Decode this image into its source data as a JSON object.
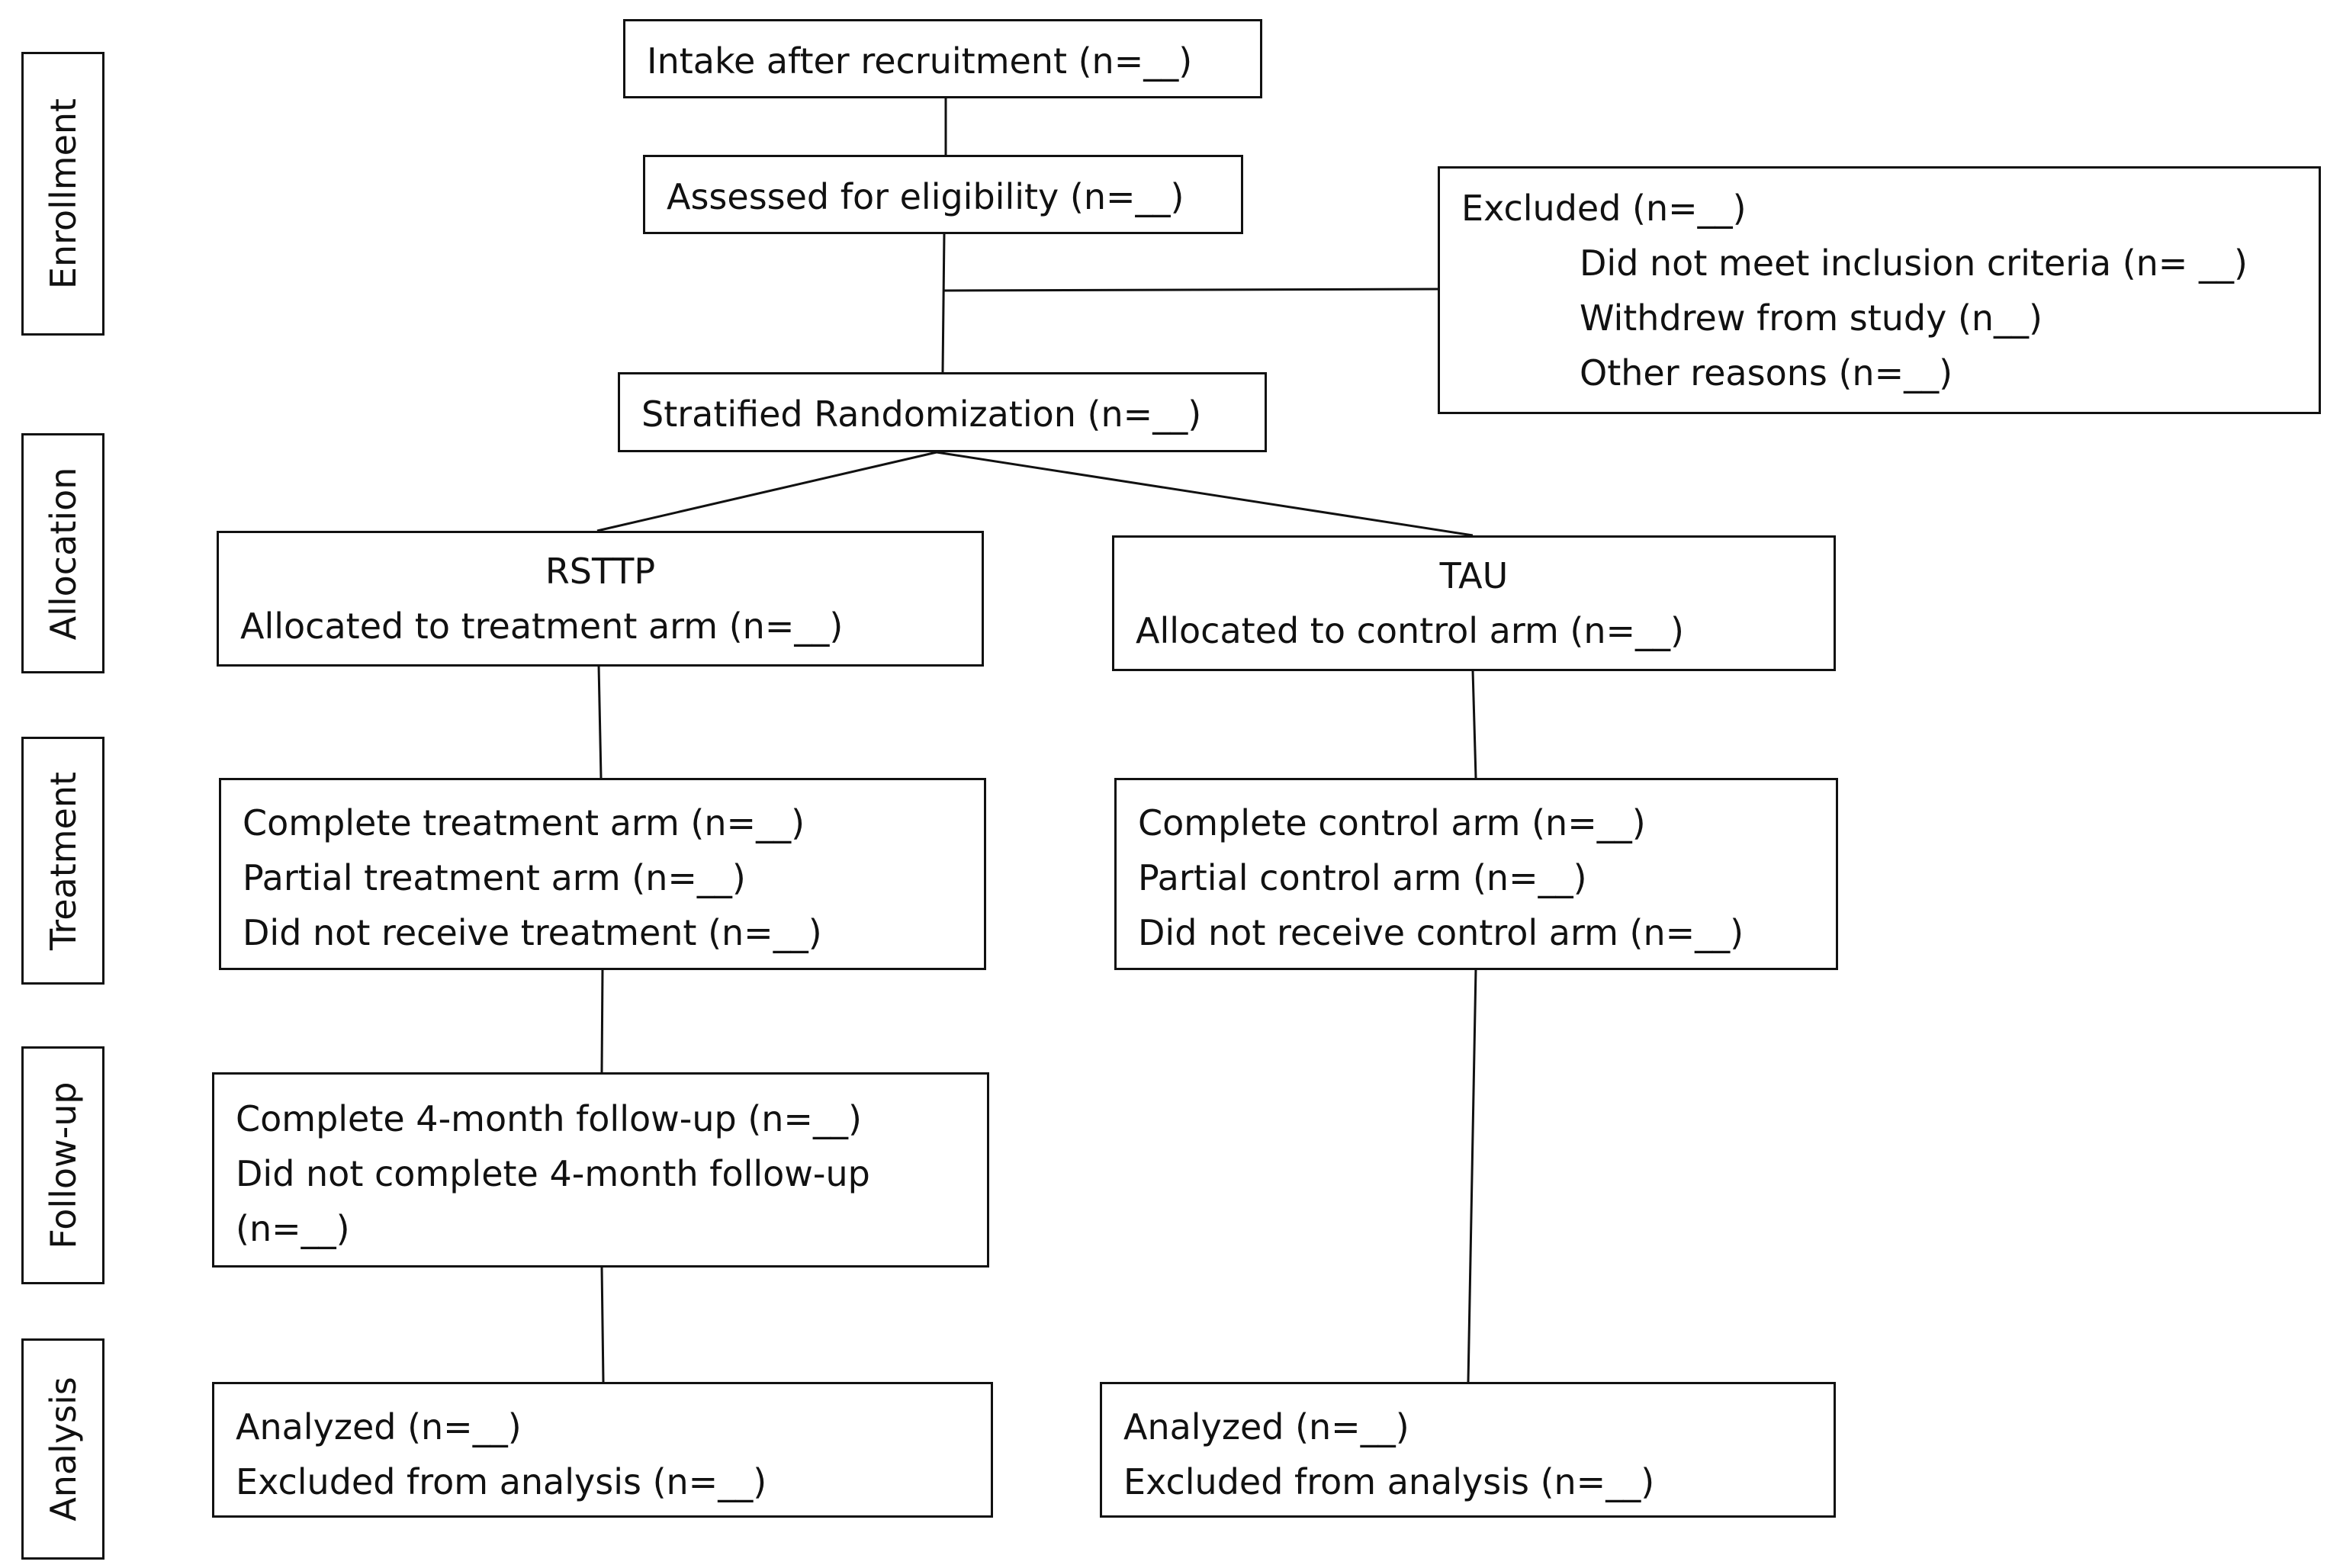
{
  "stages": {
    "enrollment": "Enrollment",
    "allocation": "Allocation",
    "treatment": "Treatment",
    "followup": "Follow-up",
    "analysis": "Analysis"
  },
  "intake": {
    "text": "Intake after recruitment (n=__)"
  },
  "eligibility": {
    "text": "Assessed for eligibility (n=__)"
  },
  "excluded": {
    "title": "Excluded  (n=__)",
    "items": [
      "Did not meet inclusion criteria (n= __)",
      "Withdrew from study (n__)",
      "Other reasons (n=__)"
    ]
  },
  "randomization": {
    "text": "Stratified Randomization (n=__)"
  },
  "treatment_arm": {
    "allocation_title": "RSTTP",
    "allocation_text": "Allocated to treatment arm (n=__)",
    "treatment_lines": [
      "Complete treatment arm (n=__)",
      "Partial treatment arm (n=__)",
      "Did not receive treatment (n=__)"
    ],
    "followup_lines": [
      "Complete 4-month follow-up (n=__)",
      "Did not complete 4-month follow-up",
      "(n=__)"
    ],
    "analysis_lines": [
      "Analyzed (n=__)",
      "Excluded from analysis (n=__)"
    ]
  },
  "control_arm": {
    "allocation_title": "TAU",
    "allocation_text": "Allocated to control arm (n=__)",
    "treatment_lines": [
      "Complete control arm (n=__)",
      "Partial control arm (n=__)",
      "Did not receive control arm (n=__)"
    ],
    "analysis_lines": [
      "Analyzed (n=__)",
      "Excluded from analysis (n=__)"
    ]
  }
}
